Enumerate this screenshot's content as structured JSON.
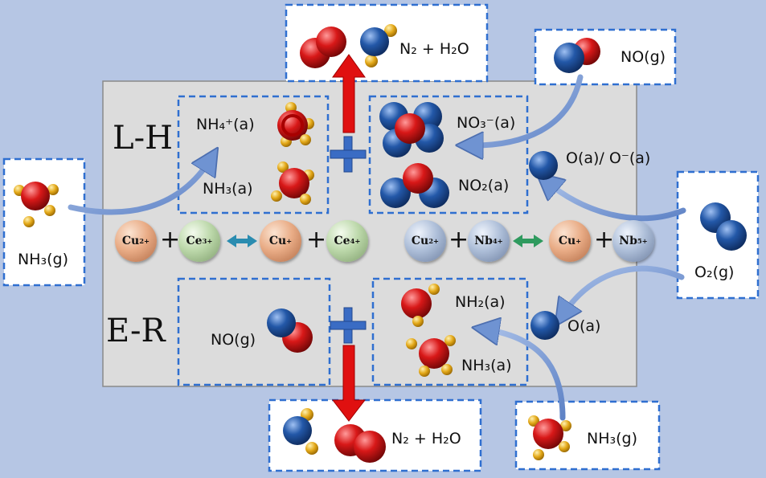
{
  "mechanisms": {
    "lh": "L-H",
    "er": "E-R"
  },
  "labels": {
    "n2h2o_top": "N₂ + H₂O",
    "no_gas_top": "NO(g)",
    "nh4_ads": "NH₄⁺(a)",
    "nh3_ads_lh": "NH₃(a)",
    "no3_ads": "NO₃⁻(a)",
    "no2_ads": "NO₂(a)",
    "o_ads_ion": "O(a)/ O⁻(a)",
    "nh3_gas_left": "NH₃(g)",
    "o2_gas": "O₂(g)",
    "no_gas_er": "NO(g)",
    "nh2_ads": "NH₂(a)",
    "nh3_ads_er": "NH₃(a)",
    "o_ads": "O(a)",
    "n2h2o_bottom": "N₂ + H₂O",
    "nh3_gas_bottom": "NH₃(g)"
  },
  "ions": {
    "cu2_left": {
      "base": "Cu",
      "charge": "2+"
    },
    "ce3": {
      "base": "Ce",
      "charge": "3+"
    },
    "cu1_left": {
      "base": "Cu",
      "charge": "+"
    },
    "ce4": {
      "base": "Ce",
      "charge": "4+"
    },
    "cu2_right": {
      "base": "Cu",
      "charge": "2+"
    },
    "nb4": {
      "base": "Nb",
      "charge": "4+"
    },
    "cu1_right": {
      "base": "Cu",
      "charge": "+"
    },
    "nb5": {
      "base": "Nb",
      "charge": "5+"
    }
  },
  "plus_sign": "+",
  "colors": {
    "background": "#b6c6e4",
    "panel": "#dcdcdc",
    "dashed_border": "#2f6fd0",
    "box_fill": "#ffffff",
    "nitrogen": "#2358a8",
    "oxygen": "#d81818",
    "hydrogen": "#e3a818",
    "reaction_arrow": "#e01010",
    "big_plus": "#3a6cc4",
    "redox_arrow_ce": "#2a8cb0",
    "redox_arrow_nb": "#2f9a5e",
    "flow_arrow": "#7f9fd6"
  }
}
